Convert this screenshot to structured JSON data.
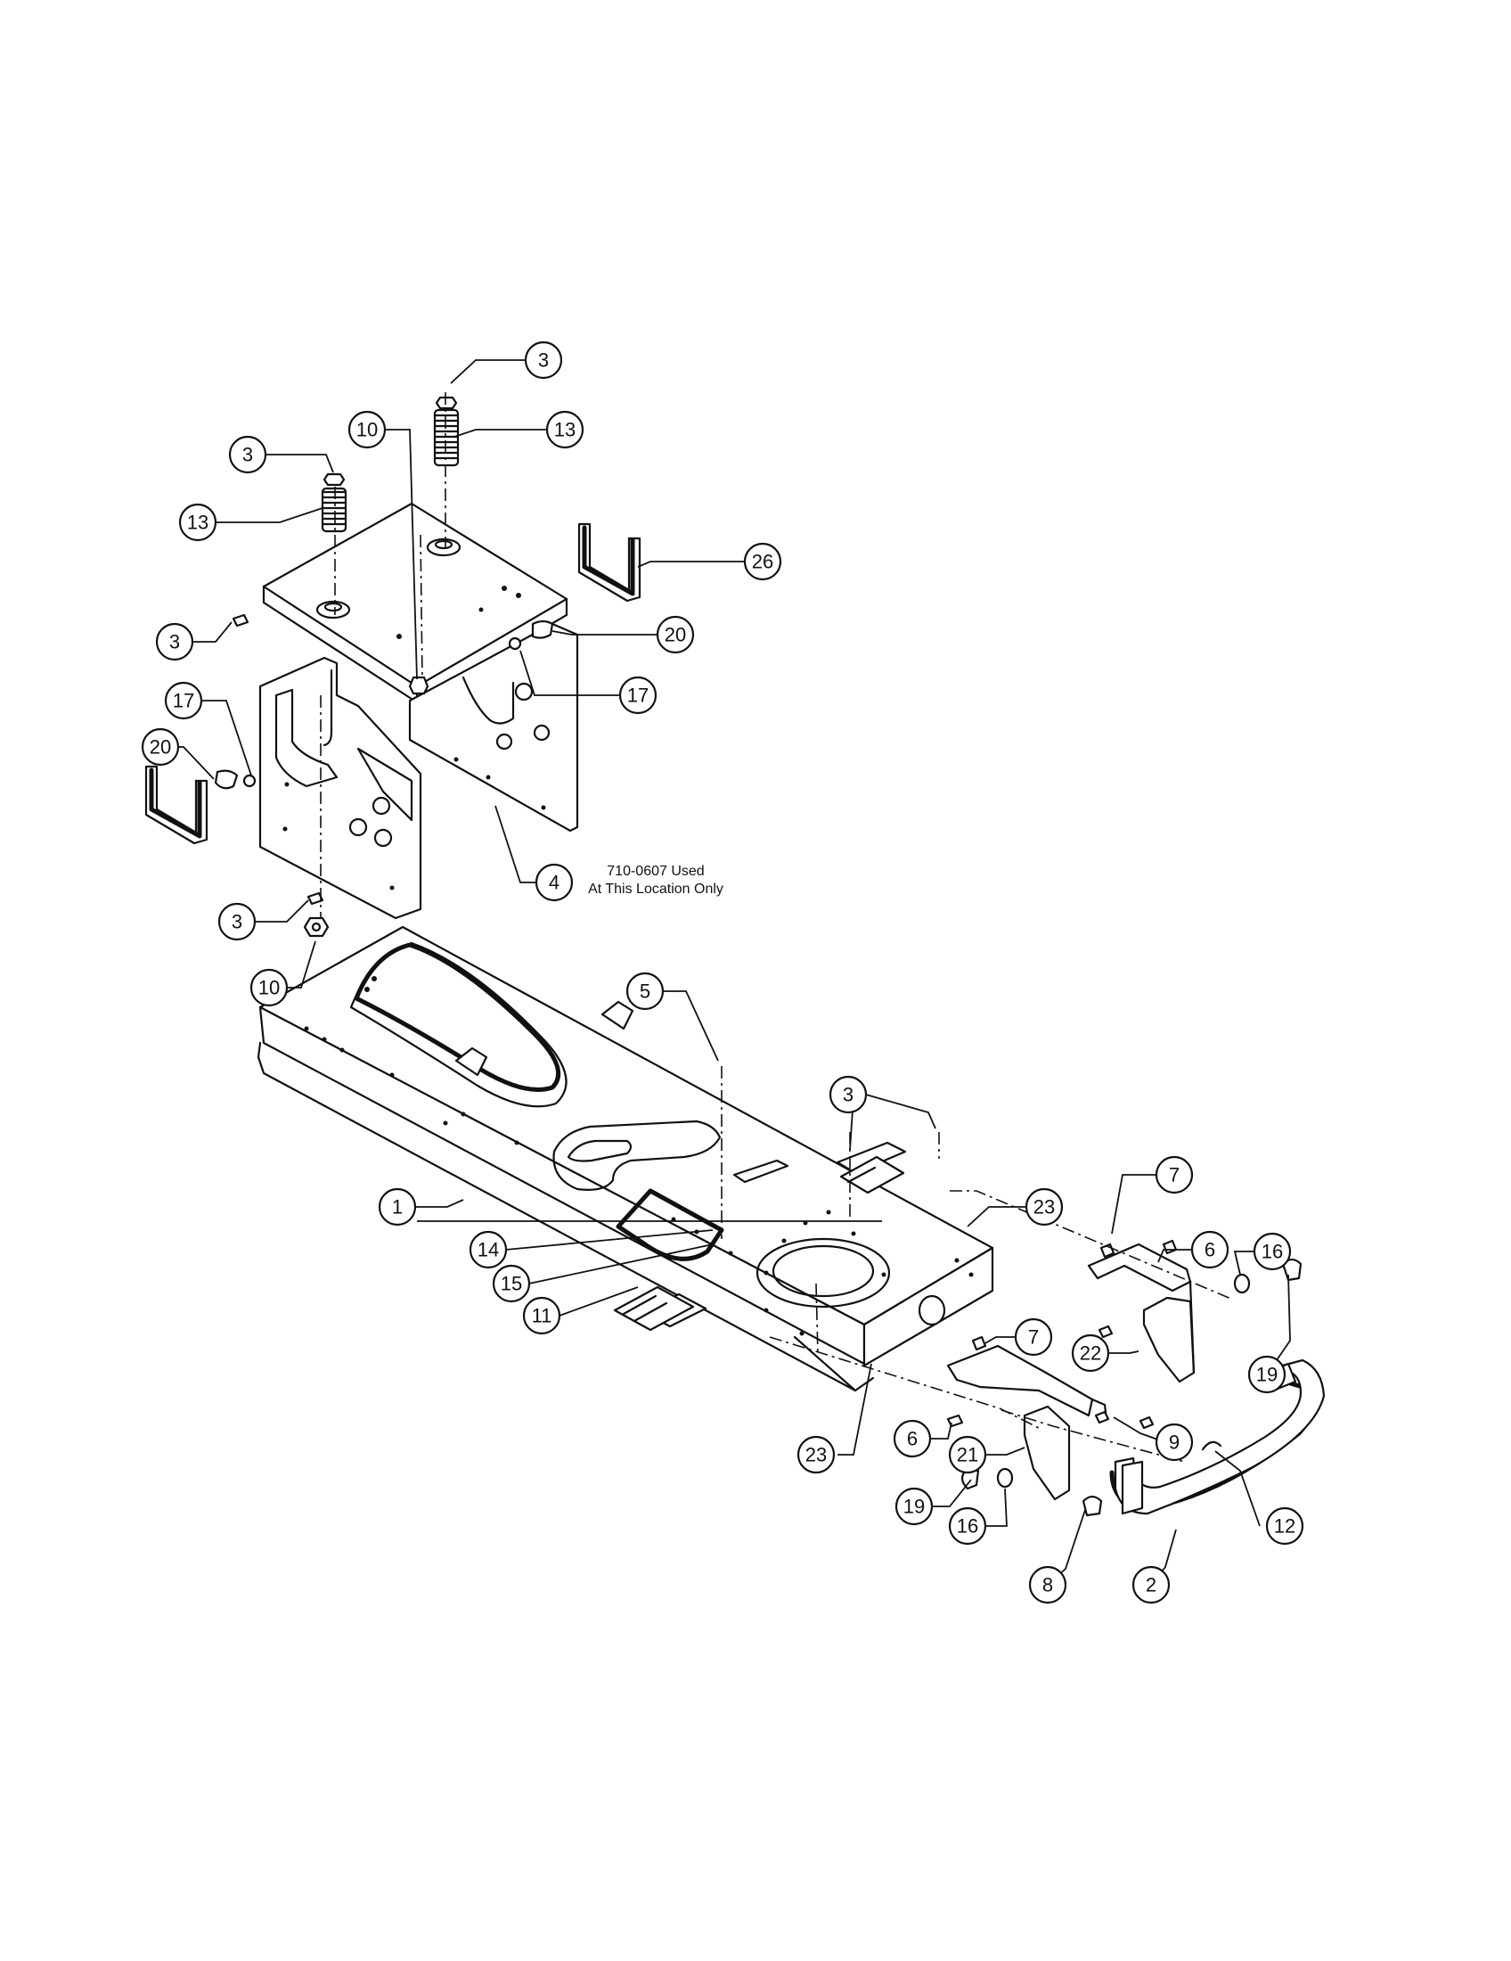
{
  "note": {
    "line1": "710-0607 Used",
    "line2": "At This Location Only"
  },
  "callouts": [
    {
      "label": "3"
    },
    {
      "label": "13"
    },
    {
      "label": "3"
    },
    {
      "label": "10"
    },
    {
      "label": "13"
    },
    {
      "label": "26"
    },
    {
      "label": "3"
    },
    {
      "label": "20"
    },
    {
      "label": "17"
    },
    {
      "label": "17"
    },
    {
      "label": "20"
    },
    {
      "label": "4"
    },
    {
      "label": "3"
    },
    {
      "label": "10"
    },
    {
      "label": "5"
    },
    {
      "label": "3"
    },
    {
      "label": "23"
    },
    {
      "label": "7"
    },
    {
      "label": "1"
    },
    {
      "label": "14"
    },
    {
      "label": "6"
    },
    {
      "label": "16"
    },
    {
      "label": "15"
    },
    {
      "label": "11"
    },
    {
      "label": "7"
    },
    {
      "label": "22"
    },
    {
      "label": "19"
    },
    {
      "label": "6"
    },
    {
      "label": "9"
    },
    {
      "label": "23"
    },
    {
      "label": "21"
    },
    {
      "label": "12"
    },
    {
      "label": "19"
    },
    {
      "label": "16"
    },
    {
      "label": "8"
    },
    {
      "label": "2"
    }
  ]
}
